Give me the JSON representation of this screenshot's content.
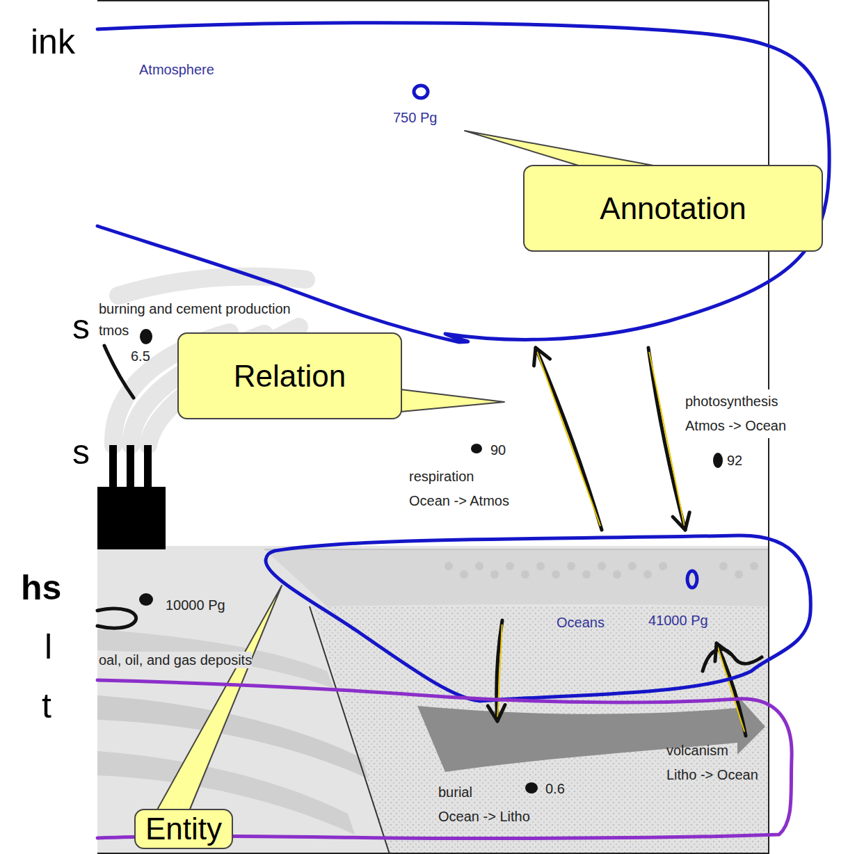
{
  "diagram": {
    "nodes": [
      {
        "text": [
          "Atmosphere",
          "750 Pg"
        ]
      },
      {
        "text": [
          "Annotation"
        ]
      },
      {
        "text": [
          "Relation"
        ]
      },
      {
        "text": [
          "Oceans",
          "41000 Pg"
        ]
      },
      {
        "text": [
          "burial Ocean -> Litho",
          "0.6",
          "volcanism Litho -> Ocean"
        ]
      },
      {
        "text": [
          "Entity"
        ]
      }
    ],
    "edges": [
      {
        "from": 3,
        "to": 0,
        "arrow": "to"
      },
      {
        "from": 0,
        "to": 3,
        "arrow": "to"
      },
      {
        "from": 3,
        "to": 4,
        "arrow": "to"
      },
      {
        "from": 4,
        "to": 3,
        "arrow": "to"
      }
    ],
    "labels": [
      "ink",
      "s",
      "s",
      "hs",
      "l",
      "t",
      "burning and cement production",
      "tmos",
      "6.5",
      "90",
      "respiration Ocean -> Atmos",
      "photosynthesis Atmos -> Ocean",
      "92",
      "10000 Pg",
      "oal, oil, and gas deposits"
    ]
  }
}
